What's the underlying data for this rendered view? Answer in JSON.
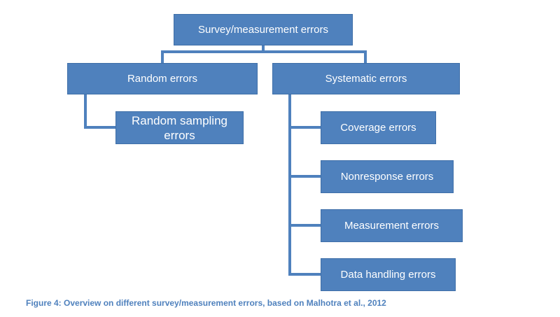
{
  "diagram": {
    "root": {
      "label": "Survey/measurement errors"
    },
    "branches": [
      {
        "label": "Random errors",
        "children": [
          {
            "label": "Random sampling errors"
          }
        ]
      },
      {
        "label": "Systematic errors",
        "children": [
          {
            "label": "Coverage errors"
          },
          {
            "label": "Nonresponse errors"
          },
          {
            "label": "Measurement errors"
          },
          {
            "label": "Data handling errors"
          }
        ]
      }
    ]
  },
  "caption": "Figure 4: Overview on different survey/measurement errors, based on Malhotra et al., 2012",
  "colors": {
    "box_fill": "#4f81bd",
    "box_border": "#3f6fa8",
    "connector": "#4f81bd",
    "box_text": "#ffffff",
    "caption_text": "#4f81bd"
  }
}
